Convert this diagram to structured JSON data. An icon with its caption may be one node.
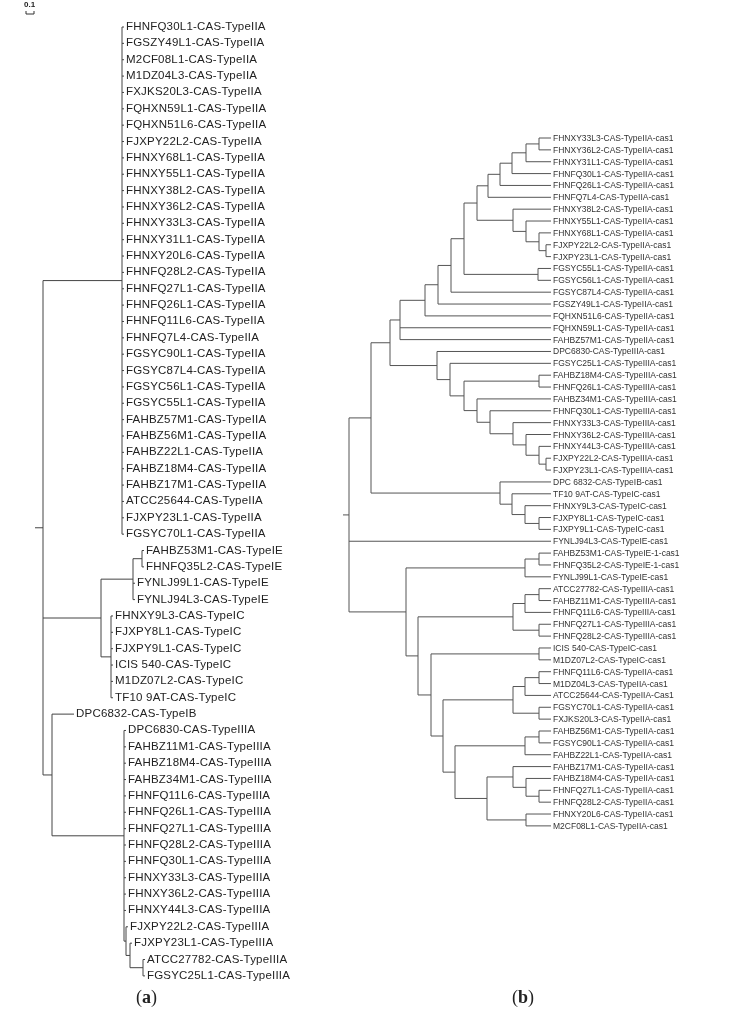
{
  "diagram": {
    "labels": [
      "0.1",
      "FHNFQ30L1-CAS-TypeIIA",
      "FGSZY49L1-CAS-TypeIIA",
      "M2CF08L1-CAS-TypeIIA",
      "M1DZ04L3-CAS-TypeIIA",
      "FXJKS20L3-CAS-TypeIIA",
      "FQHXN59L1-CAS-TypeIIA",
      "FQHXN51L6-CAS-TypeIIA",
      "FJXPY22L2-CAS-TypeIIA",
      "FHNXY68L1-CAS-TypeIIA",
      "FHNXY55L1-CAS-TypeIIA",
      "FHNXY38L2-CAS-TypeIIA",
      "FHNXY36L2-CAS-TypeIIA",
      "FHNXY33L3-CAS-TypeIIA",
      "FHNXY31L1-CAS-TypeIIA",
      "FHNXY20L6-CAS-TypeIIA",
      "FHNFQ28L2-CAS-TypeIIA",
      "FHNFQ27L1-CAS-TypeIIA",
      "FHNFQ26L1-CAS-TypeIIA",
      "FHNFQ11L6-CAS-TypeIIA",
      "FHNFQ7L4-CAS-TypeIIA",
      "FGSYC90L1-CAS-TypeIIA",
      "FGSYC87L4-CAS-TypeIIA",
      "FGSYC56L1-CAS-TypeIIA",
      "FGSYC55L1-CAS-TypeIIA",
      "FAHBZ57M1-CAS-TypeIIA",
      "FAHBZ56M1-CAS-TypeIIA",
      "FAHBZ22L1-CAS-TypeIIA",
      "FAHBZ18M4-CAS-TypeIIA",
      "FAHBZ17M1-CAS-TypeIIA",
      "ATCC25644-CAS-TypeIIA",
      "FJXPY23L1-CAS-TypeIIA",
      "FGSYC70L1-CAS-TypeIIA",
      "FAHBZ53M1-CAS-TypeIE",
      "FHNFQ35L2-CAS-TypeIE",
      "FYNLJ99L1-CAS-TypeIE",
      "FYNLJ94L3-CAS-TypeIE",
      "FHNXY9L3-CAS-TypeIC",
      "FJXPY8L1-CAS-TypeIC",
      "FJXPY9L1-CAS-TypeIC",
      "ICIS 540-CAS-TypeIC",
      "M1DZ07L2-CAS-TypeIC",
      "TF10 9AT-CAS-TypeIC",
      "DPC6832-CAS-TypeIB",
      "DPC6830-CAS-TypeIIIA",
      "FAHBZ11M1-CAS-TypeIIIA",
      "FAHBZ18M4-CAS-TypeIIIA",
      "FAHBZ34M1-CAS-TypeIIIA",
      "FHNFQ11L6-CAS-TypeIIIA",
      "FHNFQ26L1-CAS-TypeIIIA",
      "FHNFQ27L1-CAS-TypeIIIA",
      "FHNFQ28L2-CAS-TypeIIIA",
      "FHNFQ30L1-CAS-TypeIIIA",
      "FHNXY33L3-CAS-TypeIIIA",
      "FHNXY36L2-CAS-TypeIIIA",
      "FHNXY44L3-CAS-TypeIIIA",
      "FJXPY22L2-CAS-TypeIIIA",
      "FJXPY23L1-CAS-TypeIIIA",
      "ATCC27782-CAS-TypeIIIA",
      "FGSYC25L1-CAS-TypeIIIA",
      "FHNXY33L3-CAS-TypeIIA-cas1",
      "FHNXY36L2-CAS-TypeIIA-cas1",
      "FHNXY31L1-CAS-TypeIIA-cas1",
      "FHNFQ30L1-CAS-TypeIIA-cas1",
      "FHNFQ26L1-CAS-TypeIIA-cas1",
      "FHNFQ7L4-CAS-TypeIIA-cas1",
      "FHNXY38L2-CAS-TypeIIA-cas1",
      "FHNXY55L1-CAS-TypeIIA-cas1",
      "FHNXY68L1-CAS-TypeIIA-cas1",
      "FJXPY22L2-CAS-TypeIIA-cas1",
      "FJXPY23L1-CAS-TypeIIA-cas1",
      "FGSYC55L1-CAS-TypeIIA-cas1",
      "FGSYC56L1-CAS-TypeIIA-cas1",
      "FGSYC87L4-CAS-TypeIIA-cas1",
      "FGSZY49L1-CAS-TypeIIA-cas1",
      "FQHXN51L6-CAS-TypeIIA-cas1",
      "FQHXN59L1-CAS-TypeIIA-cas1",
      "FAHBZ57M1-CAS-TypeIIA-cas1",
      "DPC6830-CAS-TypeIIIA-cas1",
      "FGSYC25L1-CAS-TypeIIIA-cas1",
      "FAHBZ18M4-CAS-TypeIIIA-cas1",
      "FHNFQ26L1-CAS-TypeIIIA-cas1",
      "FAHBZ34M1-CAS-TypeIIIA-cas1",
      "FHNFQ30L1-CAS-TypeIIIA-cas1",
      "FHNXY33L3-CAS-TypeIIIA-cas1",
      "FHNXY36L2-CAS-TypeIIIA-cas1",
      "FHNXY44L3-CAS-TypeIIIA-cas1",
      "FJXPY22L2-CAS-TypeIIIA-cas1",
      "FJXPY23L1-CAS-TypeIIIA-cas1",
      "DPC 6832-CAS-TypeIB-cas1",
      "TF10 9AT-CAS-TypeIC-cas1",
      "FHNXY9L3-CAS-TypeIC-cas1",
      "FJXPY8L1-CAS-TypeIC-cas1",
      "FJXPY9L1-CAS-TypeIC-cas1",
      "FYNLJ94L3-CAS-TypeIE-cas1",
      "FAHBZ53M1-CAS-TypeIE-1-cas1",
      "FHNFQ35L2-CAS-TypeIE-1-cas1",
      "FYNLJ99L1-CAS-TypeIE-cas1",
      "ATCC27782-CAS-TypeIIIA-cas1",
      "FAHBZ11M1-CAS-TypeIIIA-cas1",
      "FHNFQ11L6-CAS-TypeIIIA-cas1",
      "FHNFQ27L1-CAS-TypeIIIA-cas1",
      "FHNFQ28L2-CAS-TypeIIIA-cas1",
      "ICIS 540-CAS-TypeIC-cas1",
      "M1DZ07L2-CAS-TypeIC-cas1",
      "FHNFQ11L6-CAS-TypeIIA-cas1",
      "M1DZ04L3-CAS-TypeIIA-cas1",
      "ATCC25644-CAS-TypeIIA-Cas1",
      "FGSYC70L1-CAS-TypeIIA-cas1",
      "FXJKS20L3-CAS-TypeIIA-cas1",
      "FAHBZ56M1-CAS-TypeIIA-cas1",
      "FGSYC90L1-CAS-TypeIIA-cas1",
      "FAHBZ22L1-CAS-TypeIIA-cas1",
      "FAHBZ17M1-CAS-TypeIIA-cas1",
      "FAHBZ18M4-CAS-TypeIIA-cas1",
      "FHNFQ27L1-CAS-TypeIIA-cas1",
      "FHNFQ28L2-CAS-TypeIIA-cas1",
      "FHNXY20L6-CAS-TypeIIA-cas1",
      "M2CF08L1-CAS-TypeIIA-cas1",
      "(**a**)",
      "(**b**)"
    ]
  }
}
